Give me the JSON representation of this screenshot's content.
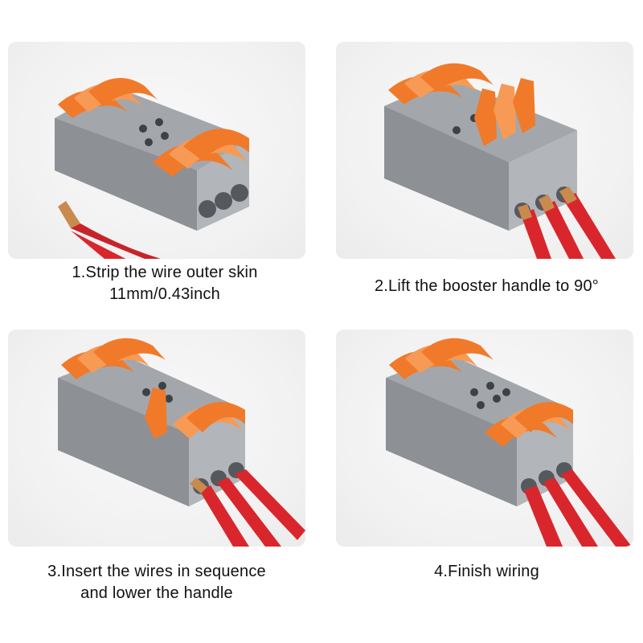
{
  "steps": [
    {
      "lines": [
        "1.Strip the wire outer skin",
        "11mm/0.43inch"
      ]
    },
    {
      "lines": [
        "2.Lift the booster handle to 90°"
      ]
    },
    {
      "lines": [
        "3.Insert the wires in sequence",
        "and lower the handle"
      ]
    },
    {
      "lines": [
        "4.Finish wiring"
      ]
    }
  ],
  "colors": {
    "housing": "#9a9ea3",
    "housing_dark": "#7b7f84",
    "lever": "#f07a2a",
    "lever_light": "#f79a55",
    "wire": "#d9262d",
    "copper": "#c98a4e"
  }
}
